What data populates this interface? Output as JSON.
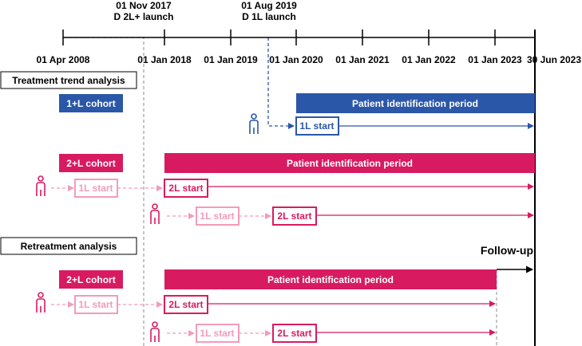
{
  "launch_labels": [
    {
      "date": "01 Nov 2017",
      "event": "D 2L+ launch"
    },
    {
      "date": "01 Aug 2019",
      "event": "D 1L launch"
    }
  ],
  "timeline_ticks": [
    "01 Apr 2008",
    "01 Jan 2018",
    "01 Jan 2019",
    "01 Jan 2020",
    "01 Jan 2021",
    "01 Jan 2022",
    "01 Jan 2023",
    "30 Jun 2023"
  ],
  "sections": {
    "treatment_trend": "Treatment trend analysis",
    "retreatment": "Retreatment analysis"
  },
  "cohorts": {
    "first_line": "1+L cohort",
    "second_line": "2+L cohort"
  },
  "period_label": "Patient identification period",
  "follow_up_label": "Follow-up",
  "starts": {
    "first": "1L start",
    "second": "2L start"
  },
  "colors": {
    "blue": "#2b57a8",
    "magenta": "#d81b60",
    "pink_light": "#f39bbb",
    "grey_dash": "#a6a6a6",
    "black": "#000000"
  }
}
